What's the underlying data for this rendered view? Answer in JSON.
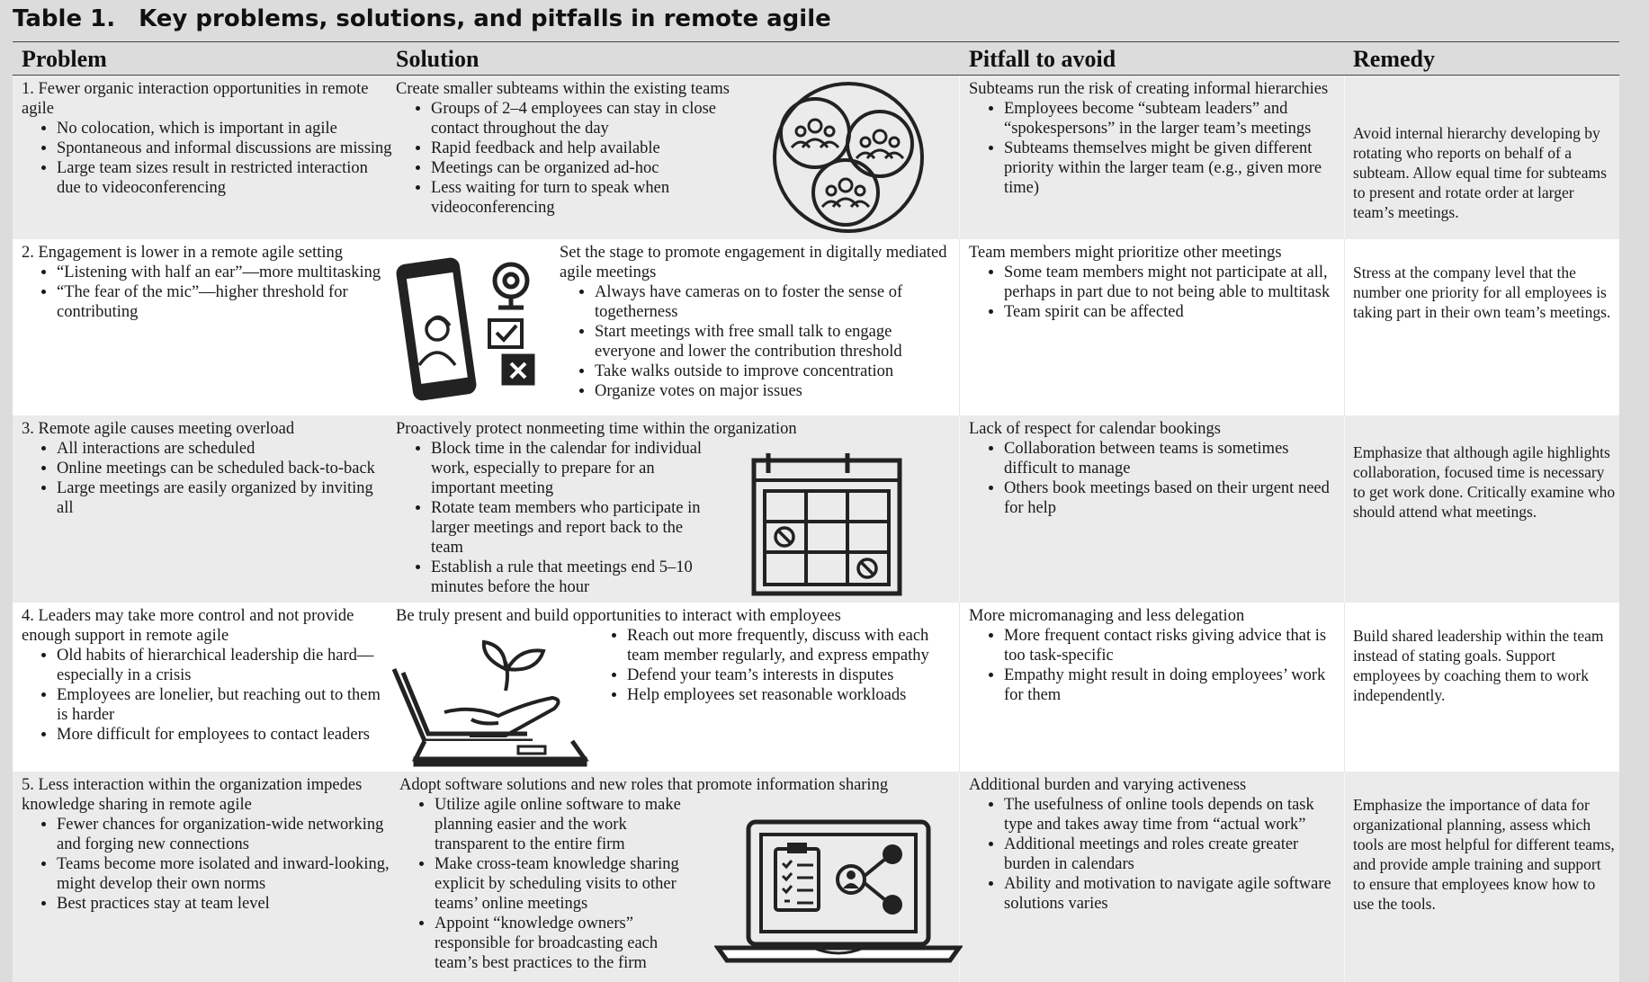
{
  "table": {
    "number": "Table 1.",
    "title": "Key problems, solutions, and pitfalls in remote agile",
    "headers": {
      "problem": "Problem",
      "solution": "Solution",
      "pitfall": "Pitfall to avoid",
      "remedy": "Remedy"
    },
    "rows": [
      {
        "problem": {
          "lead": "1. Fewer organic interaction opportunities in remote agile",
          "bullets": [
            "No colocation, which is important in agile",
            "Spontaneous and informal discussions are missing",
            "Large team sizes result in restricted interaction due to videoconferencing"
          ]
        },
        "solution": {
          "lead": "Create smaller subteams within the existing teams",
          "bullets": [
            "Groups of 2–4 employees can stay in close contact throughout the day",
            "Rapid feedback and help available",
            "Meetings can be organized ad-hoc",
            "Less waiting for turn to speak when videoconferencing"
          ],
          "icon": "subteams-groups-icon"
        },
        "pitfall": {
          "lead": "Subteams run the risk of creating informal hierarchies",
          "bullets": [
            "Employees become “subteam leaders” and “spokespersons” in the larger team’s meetings",
            "Subteams themselves might be given different priority within the larger team (e.g., given more time)"
          ]
        },
        "remedy": "Avoid internal hierarchy developing by rotating who reports on behalf of a subteam. Allow equal time for subteams to present and rotate order at larger team’s meetings."
      },
      {
        "problem": {
          "lead": "2. Engagement is lower in a remote agile setting",
          "bullets": [
            "“Listening with half an ear”—more multitasking",
            "“The fear of the mic”—higher threshold for contributing"
          ]
        },
        "solution": {
          "lead": "Set the stage to promote engagement in digitally mediated agile meetings",
          "bullets": [
            "Always have cameras on to foster the sense of togetherness",
            "Start meetings with free small talk to engage everyone and lower the contribution threshold",
            "Take walks outside to improve concentration",
            "Organize votes on major issues"
          ],
          "icon": "phone-webcam-icon"
        },
        "pitfall": {
          "lead": "Team members might prioritize other meetings",
          "bullets": [
            "Some team members might not participate at all, perhaps in part due to not being able to multitask",
            "Team spirit can be affected"
          ]
        },
        "remedy": "Stress at the company level that the number one priority for all employees is taking part in their own team’s meetings."
      },
      {
        "problem": {
          "lead": "3. Remote agile causes meeting overload",
          "bullets": [
            "All interactions are scheduled",
            "Online meetings can be scheduled back-to-back",
            "Large meetings are easily organized by inviting all"
          ]
        },
        "solution": {
          "lead": "Proactively protect nonmeeting time within the organization",
          "bullets": [
            "Block time in the calendar for individual work, especially to prepare for an important meeting",
            "Rotate team members who participate in larger meetings and report back to the team",
            "Establish a rule that meetings end 5–10 minutes before the hour"
          ],
          "icon": "calendar-blocked-icon"
        },
        "pitfall": {
          "lead": "Lack of respect for calendar bookings",
          "bullets": [
            "Collaboration between teams is sometimes difficult to manage",
            "Others book meetings based on their urgent need for help"
          ]
        },
        "remedy": "Emphasize that although agile highlights collaboration, focused time is necessary to get work done. Critically examine who should attend what meetings."
      },
      {
        "problem": {
          "lead": "4. Leaders may take more control and not provide enough support in remote agile",
          "bullets": [
            "Old habits of hierarchical leadership die hard—especially in a crisis",
            "Employees are lonelier, but reaching out to them is harder",
            "More difficult for employees to contact leaders"
          ]
        },
        "solution": {
          "lead": "Be truly present and build opportunities to interact with employees",
          "bullets": [
            "Reach out more frequently, discuss with each team member regularly, and express empathy",
            "Defend your team’s interests in disputes",
            "Help employees set reasonable workloads"
          ],
          "icon": "laptop-hand-plant-icon"
        },
        "pitfall": {
          "lead": "More micromanaging and less delegation",
          "bullets": [
            "More frequent contact risks giving advice that is too task-specific",
            "Empathy might result in doing employees’ work for them"
          ]
        },
        "remedy": "Build shared leadership within the team instead of stating goals. Support employees by coaching them to work independently."
      },
      {
        "problem": {
          "lead": "5. Less interaction within the organization impedes knowledge sharing in remote agile",
          "bullets": [
            "Fewer chances for organization-wide networking and forging new connections",
            "Teams become more isolated and inward-looking, might develop their own norms",
            "Best practices stay at team level"
          ]
        },
        "solution": {
          "lead": "Adopt software solutions and new roles that promote information sharing",
          "bullets": [
            "Utilize agile online software to make planning easier and the work transparent to the entire firm",
            "Make cross-team knowledge sharing explicit by scheduling visits to other teams’ online meetings",
            "Appoint “knowledge owners” responsible for broadcasting each team’s best practices to the firm"
          ],
          "icon": "laptop-share-checklist-icon"
        },
        "pitfall": {
          "lead": "Additional burden and varying activeness",
          "bullets": [
            "The usefulness of online tools depends on task type and takes away time from “actual work”",
            "Additional meetings and roles create greater burden in calendars",
            "Ability and motivation to navigate agile software solutions varies"
          ]
        },
        "remedy": "Emphasize the importance of data for organizational planning, assess which tools are most helpful for different teams, and provide ample training and support to ensure that employees know how to use the tools."
      }
    ]
  }
}
